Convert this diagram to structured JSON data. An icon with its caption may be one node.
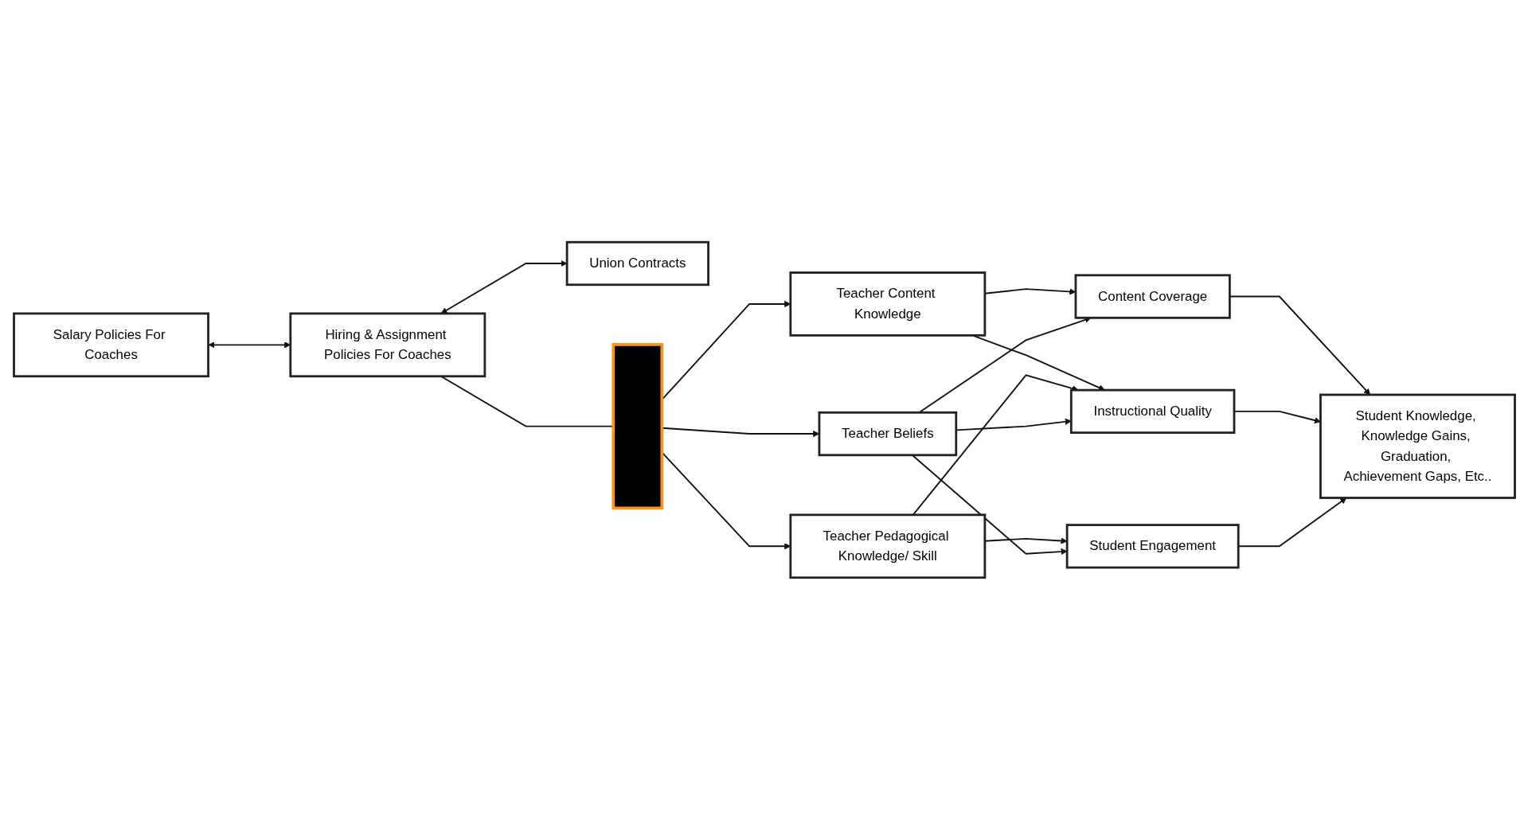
{
  "diagram": {
    "nodes": [
      {
        "text": [
          "Salary Policies For Coaches"
        ]
      },
      {
        "text": [
          "Hiring & Assignment Policies For Coaches"
        ]
      },
      {
        "text": [
          "Union Contracts"
        ]
      },
      {
        "text": [],
        "shape": "box"
      },
      {
        "text": [
          "Teacher Content Knowledge"
        ]
      },
      {
        "text": [
          "Teacher Pedagogical Knowledge/ Skill"
        ]
      },
      {
        "text": [
          "Teacher Beliefs"
        ]
      },
      {
        "text": [
          "Content Coverage"
        ]
      },
      {
        "text": [
          "Instructional Quality"
        ]
      },
      {
        "text": [
          "Student Engagement"
        ]
      },
      {
        "text": [
          "Student Knowledge, Knowledge Gains, Graduation, Achievement Gaps, Etc.."
        ]
      }
    ],
    "edges": [
      {
        "from": 0,
        "to": 1,
        "arrow": "both"
      },
      {
        "from": 1,
        "to": 2,
        "arrow": "both"
      },
      {
        "from": 1,
        "to": 3,
        "arrow": "none"
      },
      {
        "from": 3,
        "to": 4,
        "arrow": "to"
      },
      {
        "from": 3,
        "to": 5,
        "arrow": "to"
      },
      {
        "from": 3,
        "to": 6,
        "arrow": "to"
      },
      {
        "from": 4,
        "to": 7,
        "arrow": "to"
      },
      {
        "from": 4,
        "to": 8,
        "arrow": "to"
      },
      {
        "from": 5,
        "to": 8,
        "arrow": "to"
      },
      {
        "from": 5,
        "to": 9,
        "arrow": "to"
      },
      {
        "from": 6,
        "to": 7,
        "arrow": "to"
      },
      {
        "from": 6,
        "to": 8,
        "arrow": "to"
      },
      {
        "from": 6,
        "to": 9,
        "arrow": "to"
      },
      {
        "from": 7,
        "to": 10,
        "arrow": "to"
      },
      {
        "from": 8,
        "to": 10,
        "arrow": "to"
      },
      {
        "from": 9,
        "to": 10,
        "arrow": "to"
      }
    ]
  }
}
